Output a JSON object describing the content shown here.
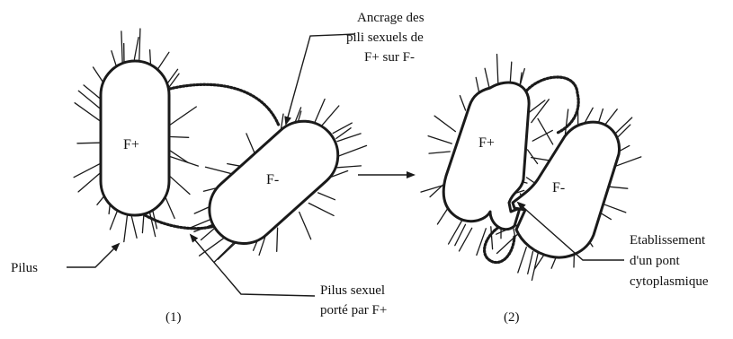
{
  "cells": {
    "d1_fplus": "F+",
    "d1_fminus": "F-",
    "d2_fplus": "F+",
    "d2_fminus": "F-"
  },
  "labels": {
    "anchoring": [
      "Ancrage des",
      "pili sexuels de",
      "F+ sur F-"
    ],
    "pilus": "Pilus",
    "sex_pilus": [
      "Pilus sexuel",
      "porté par F+"
    ],
    "bridge": [
      "Etablissement",
      "d'un pont",
      "cytoplasmique"
    ]
  },
  "panels": {
    "panel1": "(1)",
    "panel2": "(2)"
  }
}
